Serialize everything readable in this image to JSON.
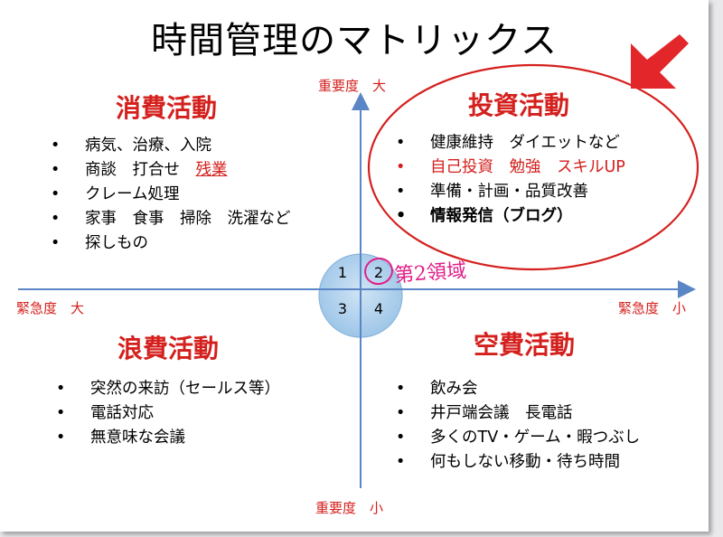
{
  "title": "時間管理のマトリックス",
  "axes": {
    "importance_high": "重要度　大",
    "importance_low": "重要度　小",
    "urgency_high": "緊急度　大",
    "urgency_low": "緊急度　小"
  },
  "quadrants": {
    "consumption": {
      "title": "消費活動",
      "items": [
        "病気、治療、入院",
        "商談　打合せ",
        "クレーム処理",
        "家事　食事　掃除　洗濯など",
        "探しもの"
      ],
      "highlight": "残業"
    },
    "investment": {
      "title": "投資活動",
      "items": [
        "健康維持　ダイエットなど",
        "自己投資　勉強　スキルUP",
        "準備・計画・品質改善",
        "情報発信（ブログ）"
      ]
    },
    "waste": {
      "title": "浪費活動",
      "items": [
        "突然の来訪（セールス等）",
        "電話対応",
        "無意味な会議"
      ]
    },
    "empty": {
      "title": "空費活動",
      "items": [
        "飲み会",
        "井戸端会議　長電話",
        "多くのTV・ゲーム・暇つぶし",
        "何もしない移動・待ち時間"
      ]
    }
  },
  "center_numbers": [
    "1",
    "2",
    "3",
    "4"
  ],
  "annotation": "第2領域",
  "colors": {
    "accent_red": "#d4201d",
    "axis_blue": "#5b86c6",
    "circle_fill": "#aed0ec"
  }
}
